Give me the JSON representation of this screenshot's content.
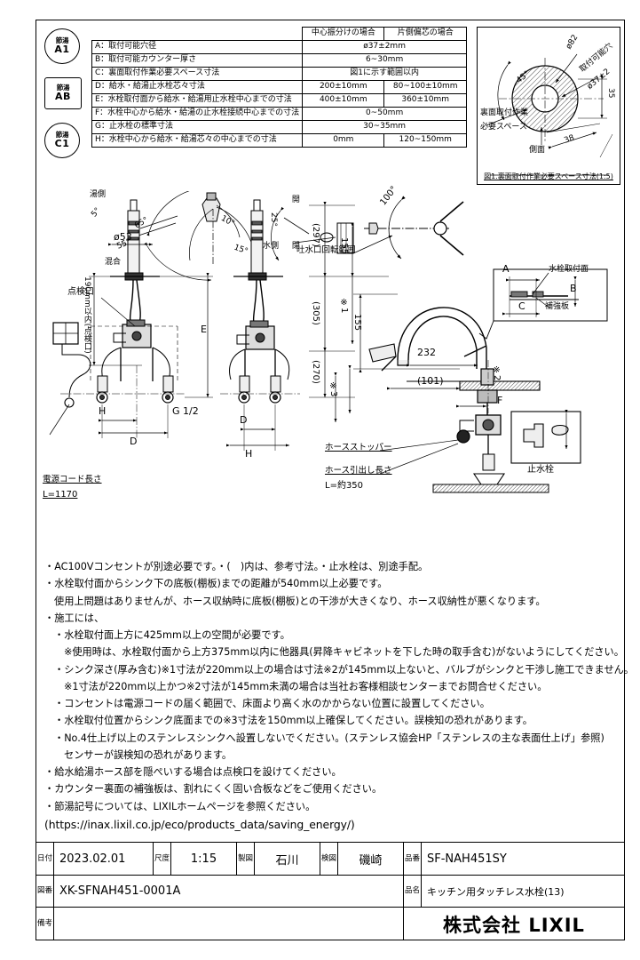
{
  "spec_table": {
    "headers": [
      "",
      "中心振分けの場合",
      "片側偏芯の場合"
    ],
    "rows": [
      {
        "label": "A：取付可能穴径",
        "v1": "ø37±2mm",
        "v2": "",
        "span": true
      },
      {
        "label": "B：取付可能カウンター厚さ",
        "v1": "6~30mm",
        "v2": "",
        "span": true
      },
      {
        "label": "C：裏面取付作業必要スペース寸法",
        "v1": "図1に示す範囲以内",
        "v2": "",
        "span": true
      },
      {
        "label": "D：給水・給湯止水栓芯々寸法",
        "v1": "200±10mm",
        "v2": "80~100±10mm",
        "span": false
      },
      {
        "label": "E：水栓取付面から給水・給湯用止水栓中心までの寸法",
        "v1": "400±10mm",
        "v2": "360±10mm",
        "span": false
      },
      {
        "label": "F：水栓中心から給水・給湯の止水栓接続中心までの寸法",
        "v1": "0~50mm",
        "v2": "",
        "span": true
      },
      {
        "label": "G：止水栓の標準寸法",
        "v1": "30~35mm",
        "v2": "",
        "span": true
      },
      {
        "label": "H：水栓中心から給水・給湯芯々の中心までの寸法",
        "v1": "0mm",
        "v2": "120~150mm",
        "span": false
      }
    ],
    "badges": [
      {
        "top": "節湯",
        "code": "A1",
        "shape": "round"
      },
      {
        "top": "節湯",
        "code": "AB",
        "shape": "rect"
      },
      {
        "top": "節湯",
        "code": "C1",
        "shape": "round"
      }
    ]
  },
  "fig1": {
    "caption": "図1.裏面取付作業必要スペース寸法(1:5)",
    "angle": "45°",
    "dia_outer": "ø82",
    "hole_label": "取付可能穴",
    "hole_dim": "ø37±2",
    "left_label_1": "裏面取付作業",
    "left_label_2": "必要スペース",
    "bottom_label": "側面",
    "dim_35": "35",
    "dim_38": "38"
  },
  "drawing": {
    "lever": {
      "hot_side": "湯側",
      "cold_side": "水側",
      "mix": "混合",
      "a5": "5°",
      "a65": "65°",
      "a55": "55°",
      "a10": "10°",
      "a15": "15°",
      "a25": "25°",
      "open": "開",
      "close": "閉"
    },
    "left_view": {
      "inspection_height": "190mm以内(点検口)",
      "dia_53": "ø53",
      "inspection_port": "点検口",
      "dim_E": "E",
      "dim_D": "D",
      "dim_H": "H",
      "thread": "G 1/2",
      "power_cord_1": "電源コード長さ",
      "power_cord_2": "L=1170"
    },
    "mid_view": {
      "dim_297": "(297)",
      "dim_305": "(305)",
      "dim_270": "(270)",
      "dim_155": "155",
      "note1": "※1",
      "dim_D": "D",
      "dim_H": "H"
    },
    "right_view": {
      "spout_range": "吐水口回転範囲",
      "angle_100": "100°",
      "dim_232": "232",
      "dim_101": "(101)",
      "dim_155": "155",
      "note3": "※3",
      "note2": "※2",
      "dim_F": "F",
      "stopvalve": "止水栓",
      "hose_stopper": "ホースストッパー",
      "hose_len_1": "ホース引出し長さ",
      "hose_len_2": "L=約350",
      "detail_A": "A",
      "detail_B": "B",
      "detail_C": "C",
      "mount_face": "水栓取付面",
      "backing_plate": "補強板"
    }
  },
  "notes": [
    {
      "indent": 0,
      "text": "・AC100Vコンセントが別途必要です。・(　)内は、参考寸法。・止水栓は、別途手配。"
    },
    {
      "indent": 0,
      "text": "・水栓取付面からシンク下の底板(棚板)までの距離が540mm以上必要です。"
    },
    {
      "indent": 1,
      "text": "使用上問題はありませんが、ホース収納時に底板(棚板)との干渉が大きくなり、ホース収納性が悪くなります。"
    },
    {
      "indent": 0,
      "text": "・施工には、"
    },
    {
      "indent": 1,
      "text": "・水栓取付面上方に425mm以上の空間が必要です。"
    },
    {
      "indent": 2,
      "text": "※使用時は、水栓取付面から上方375mm以内に他器具(昇降キャビネットを下した時の取手含む)がないようにしてください。"
    },
    {
      "indent": 1,
      "text": "・シンク深さ(厚み含む)※1寸法が220mm以上の場合は寸法※2が145mm以上ないと、バルブがシンクと干渉し施工できません。"
    },
    {
      "indent": 2,
      "text": "※1寸法が220mm以上かつ※2寸法が145mm未満の場合は当社お客様相談センターまでお問合せください。"
    },
    {
      "indent": 1,
      "text": "・コンセントは電源コードの届く範囲で、床面より高く水のかからない位置に設置してください。"
    },
    {
      "indent": 1,
      "text": "・水栓取付位置からシンク底面までの※3寸法を150mm以上確保してください。誤検知の恐れがあります。"
    },
    {
      "indent": 1,
      "text": "・No.4仕上げ以上のステンレスシンクへ設置しないでください。(ステンレス協会HP「ステンレスの主な表面仕上げ」参照)"
    },
    {
      "indent": 2,
      "text": "センサーが誤検知の恐れがあります。"
    },
    {
      "indent": 0,
      "text": "・給水給湯ホース部を隠ぺいする場合は点検口を設けてください。"
    },
    {
      "indent": 0,
      "text": "・カウンター裏面の補強板は、割れにくく固い合板などをご使用ください。"
    },
    {
      "indent": 0,
      "text": "・節湯記号については、LIXILホームページを参照ください。"
    }
  ],
  "notes_url": "(https://inax.lixil.co.jp/eco/products_data/saving_energy/)",
  "title_block": {
    "date_key": "日付",
    "date_value": "2023.02.01",
    "scale_key": "尺度",
    "scale_value": "1:15",
    "drafter_key": "製図",
    "drafter_value": "石川",
    "checker_key": "検図",
    "checker_value": "磯崎",
    "part_no_key": "品番",
    "part_no_value": "SF-NAH451SY",
    "dwg_no_key": "図番",
    "dwg_no_value": "XK-SFNAH451-0001A",
    "product_name_key": "品名",
    "product_name_value": "キッチン用タッチレス水栓(13)",
    "remarks_key": "備考",
    "remarks_value": "",
    "company": "株式会社 LIXIL"
  }
}
